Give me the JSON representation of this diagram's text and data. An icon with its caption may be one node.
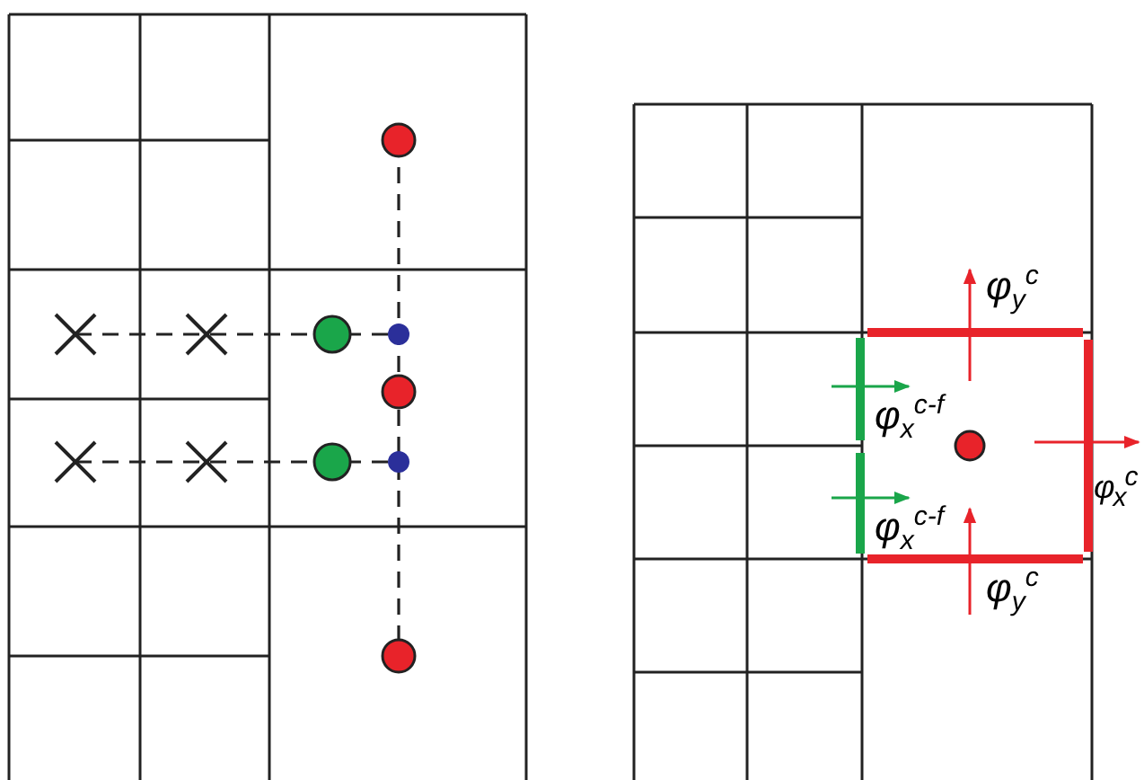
{
  "diagram": {
    "labels": [
      "φ$_{y}$$^{c}$",
      "φ$_{x}$$^{c-f}$",
      "φ$_{x}$$^{c}$",
      "φ$_{x}$$^{c-f}$",
      "φ$_{y}$$^{c}$"
    ]
  }
}
